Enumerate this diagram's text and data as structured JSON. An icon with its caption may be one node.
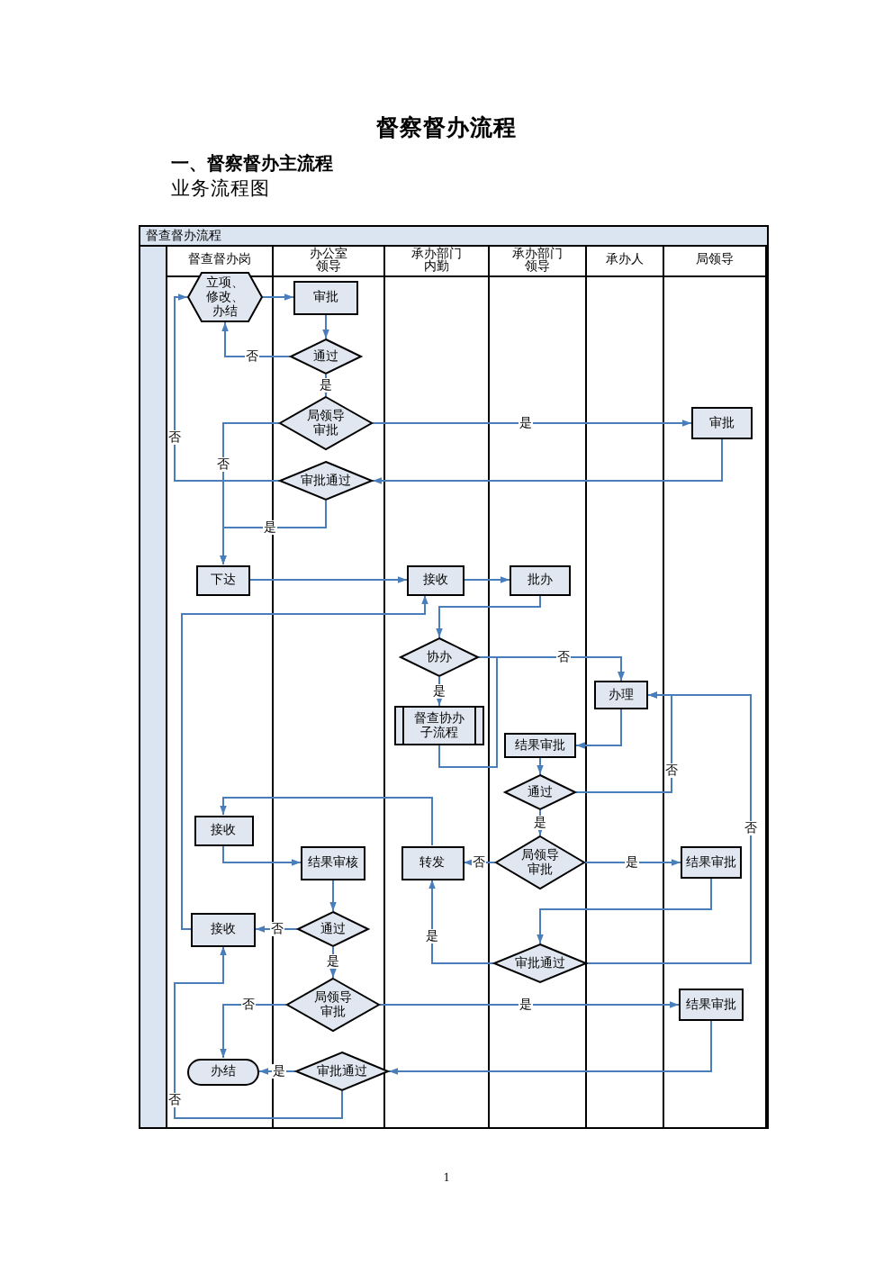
{
  "diagram": {
    "title": "督察督办流程",
    "nodes": [
      {
        "text": [
          "督查督办流程"
        ]
      },
      {
        "text": [
          "督查督办岗"
        ],
        "in": 0
      },
      {
        "text": [
          "办公室领导"
        ],
        "in": 0
      },
      {
        "text": [
          "承办部门内勤"
        ],
        "in": 0
      },
      {
        "text": [
          "承办部门领导"
        ],
        "in": 0
      },
      {
        "text": [
          "承办人"
        ],
        "in": 0
      },
      {
        "text": [
          "局领导"
        ],
        "in": 0
      },
      {
        "text": [
          "立项、修改、办结"
        ],
        "in": 1
      },
      {
        "text": [
          "审批"
        ],
        "in": 2
      },
      {
        "text": [
          "通过"
        ],
        "in": 2
      },
      {
        "text": [
          "局领导审批"
        ],
        "in": 2
      },
      {
        "text": [
          "审批"
        ],
        "in": 6
      },
      {
        "text": [
          "审批通过"
        ],
        "in": 2
      },
      {
        "text": [
          "下达"
        ],
        "in": 1
      },
      {
        "text": [
          "接收"
        ],
        "in": 3
      },
      {
        "text": [
          "批办"
        ],
        "in": 4
      },
      {
        "text": [
          "协办"
        ],
        "in": 3
      },
      {
        "text": [
          "办理"
        ],
        "in": 5
      },
      {
        "text": [
          "督查协办子流程"
        ],
        "in": 3
      },
      {
        "text": [
          "结果审批"
        ],
        "in": 4
      },
      {
        "text": [
          "通过"
        ],
        "in": 4
      },
      {
        "text": [
          "接收"
        ],
        "in": 1
      },
      {
        "text": [
          "结果审核"
        ],
        "in": 2
      },
      {
        "text": [
          "转发"
        ],
        "in": 3
      },
      {
        "text": [
          "局领导审批"
        ],
        "in": 4
      },
      {
        "text": [
          "结果审批"
        ],
        "in": 6
      },
      {
        "text": [
          "接收"
        ],
        "in": 1
      },
      {
        "text": [
          "通过"
        ],
        "in": 2
      },
      {
        "text": [
          "审批通过"
        ],
        "in": 4
      },
      {
        "text": [
          "局领导审批"
        ],
        "in": 2
      },
      {
        "text": [
          "结果审批"
        ],
        "in": 6
      },
      {
        "text": [
          "办结"
        ],
        "in": 1
      },
      {
        "text": [
          "审批通过"
        ],
        "in": 2
      }
    ],
    "edges": [
      {
        "from": 7,
        "to": 8,
        "arrow": "to"
      },
      {
        "from": 8,
        "to": 9,
        "arrow": "to"
      },
      {
        "from": 9,
        "to": 7,
        "arrow": "to",
        "label": "否"
      },
      {
        "from": 9,
        "to": 10,
        "arrow": "to",
        "label": "是"
      },
      {
        "from": 10,
        "to": 11,
        "arrow": "to",
        "label": "是"
      },
      {
        "from": 10,
        "to": 13,
        "arrow": "to",
        "label": "否"
      },
      {
        "from": 11,
        "to": 12,
        "arrow": "to"
      },
      {
        "from": 12,
        "to": 7,
        "arrow": "to",
        "label": "否"
      },
      {
        "from": 12,
        "to": 13,
        "arrow": "to",
        "label": "是"
      },
      {
        "from": 13,
        "to": 14,
        "arrow": "to"
      },
      {
        "from": 14,
        "to": 15,
        "arrow": "to"
      },
      {
        "from": 15,
        "to": 16,
        "arrow": "to"
      },
      {
        "from": 16,
        "to": 17,
        "arrow": "to",
        "label": "否"
      },
      {
        "from": 16,
        "to": 18,
        "arrow": "to",
        "label": "是"
      },
      {
        "from": 18,
        "to": 17,
        "arrow": "to"
      },
      {
        "from": 17,
        "to": 19,
        "arrow": "to"
      },
      {
        "from": 19,
        "to": 20,
        "arrow": "to"
      },
      {
        "from": 20,
        "to": 17,
        "arrow": "to",
        "label": "否"
      },
      {
        "from": 20,
        "to": 24,
        "arrow": "to",
        "label": "是"
      },
      {
        "from": 26,
        "to": 14,
        "arrow": "to"
      },
      {
        "from": 24,
        "to": 23,
        "arrow": "to",
        "label": "否"
      },
      {
        "from": 24,
        "to": 25,
        "arrow": "to",
        "label": "是"
      },
      {
        "from": 25,
        "to": 28,
        "arrow": "to"
      },
      {
        "from": 28,
        "to": 23,
        "arrow": "to",
        "label": "是"
      },
      {
        "from": 28,
        "to": 17,
        "arrow": "to",
        "label": "否"
      },
      {
        "from": 23,
        "to": 21,
        "arrow": "to"
      },
      {
        "from": 21,
        "to": 22,
        "arrow": "to"
      },
      {
        "from": 22,
        "to": 27,
        "arrow": "to"
      },
      {
        "from": 27,
        "to": 26,
        "arrow": "to",
        "label": "否"
      },
      {
        "from": 27,
        "to": 29,
        "arrow": "to",
        "label": "是"
      },
      {
        "from": 29,
        "to": 30,
        "arrow": "to",
        "label": "是"
      },
      {
        "from": 29,
        "to": 31,
        "arrow": "to",
        "label": "否"
      },
      {
        "from": 30,
        "to": 32,
        "arrow": "to"
      },
      {
        "from": 32,
        "to": 31,
        "arrow": "to",
        "label": "是"
      },
      {
        "from": 32,
        "to": 26,
        "arrow": "to",
        "label": "否"
      }
    ],
    "labels": [
      "一、督察督办主流程",
      "业务流程图",
      "1"
    ]
  }
}
